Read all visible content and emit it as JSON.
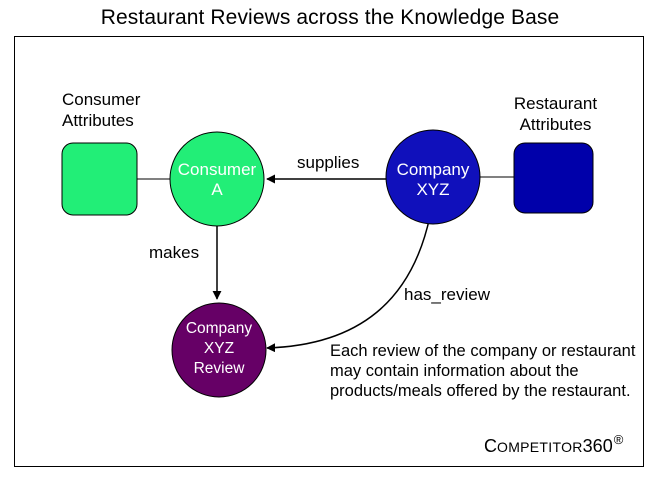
{
  "title": "Restaurant Reviews across the Knowledge Base",
  "colors": {
    "consumer_fill": "#22ee77",
    "company_fill": "#1010bb",
    "review_fill": "#660066",
    "restaurant_attr_fill": "#0000aa",
    "consumer_attr_fill": "#22ee77"
  },
  "nodes": {
    "consumer_attributes": {
      "line1": "Consumer",
      "line2": "Attributes"
    },
    "restaurant_attributes": {
      "line1": "Restaurant",
      "line2": "Attributes"
    },
    "consumer": {
      "line1": "Consumer",
      "line2": "A"
    },
    "company": {
      "line1": "Company",
      "line2": "XYZ"
    },
    "review": {
      "line1": "Company",
      "line2": "XYZ",
      "line3": "Review"
    }
  },
  "edges": {
    "supplies": "supplies",
    "makes": "makes",
    "has_review": "has_review"
  },
  "note": "Each review of the company or restaurant may contain information about the products/meals offered by the restaurant.",
  "brand": {
    "lead": "C",
    "rest": "OMPETITOR",
    "number": "360",
    "mark": "®"
  }
}
